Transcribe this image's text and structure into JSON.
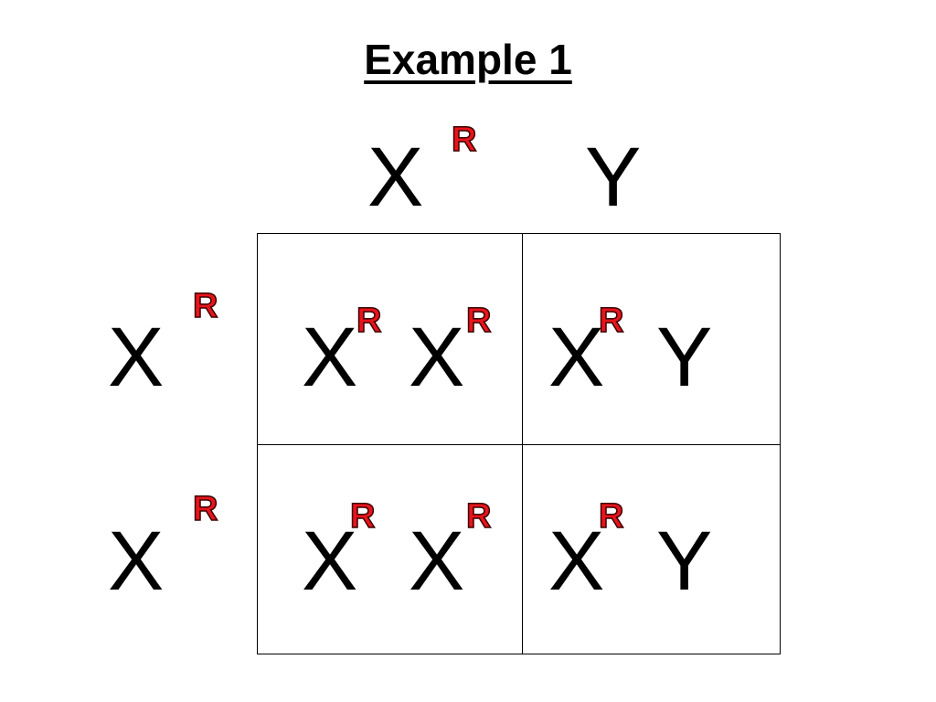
{
  "title": "Example 1",
  "columns": [
    {
      "allele": "X",
      "sup": "R"
    },
    {
      "allele": "Y",
      "sup": ""
    }
  ],
  "rows": [
    {
      "allele": "X",
      "sup": "R"
    },
    {
      "allele": "X",
      "sup": "R"
    }
  ],
  "cells": [
    [
      {
        "a": "X",
        "a_sup": "R",
        "b": "X",
        "b_sup": "R"
      },
      {
        "a": "X",
        "a_sup": "R",
        "b": "Y",
        "b_sup": ""
      }
    ],
    [
      {
        "a": "X",
        "a_sup": "R",
        "b": "X",
        "b_sup": "R"
      },
      {
        "a": "X",
        "a_sup": "R",
        "b": "Y",
        "b_sup": ""
      }
    ]
  ],
  "colors": {
    "superscript": "#e8141b",
    "text": "#000000",
    "background": "#ffffff"
  }
}
